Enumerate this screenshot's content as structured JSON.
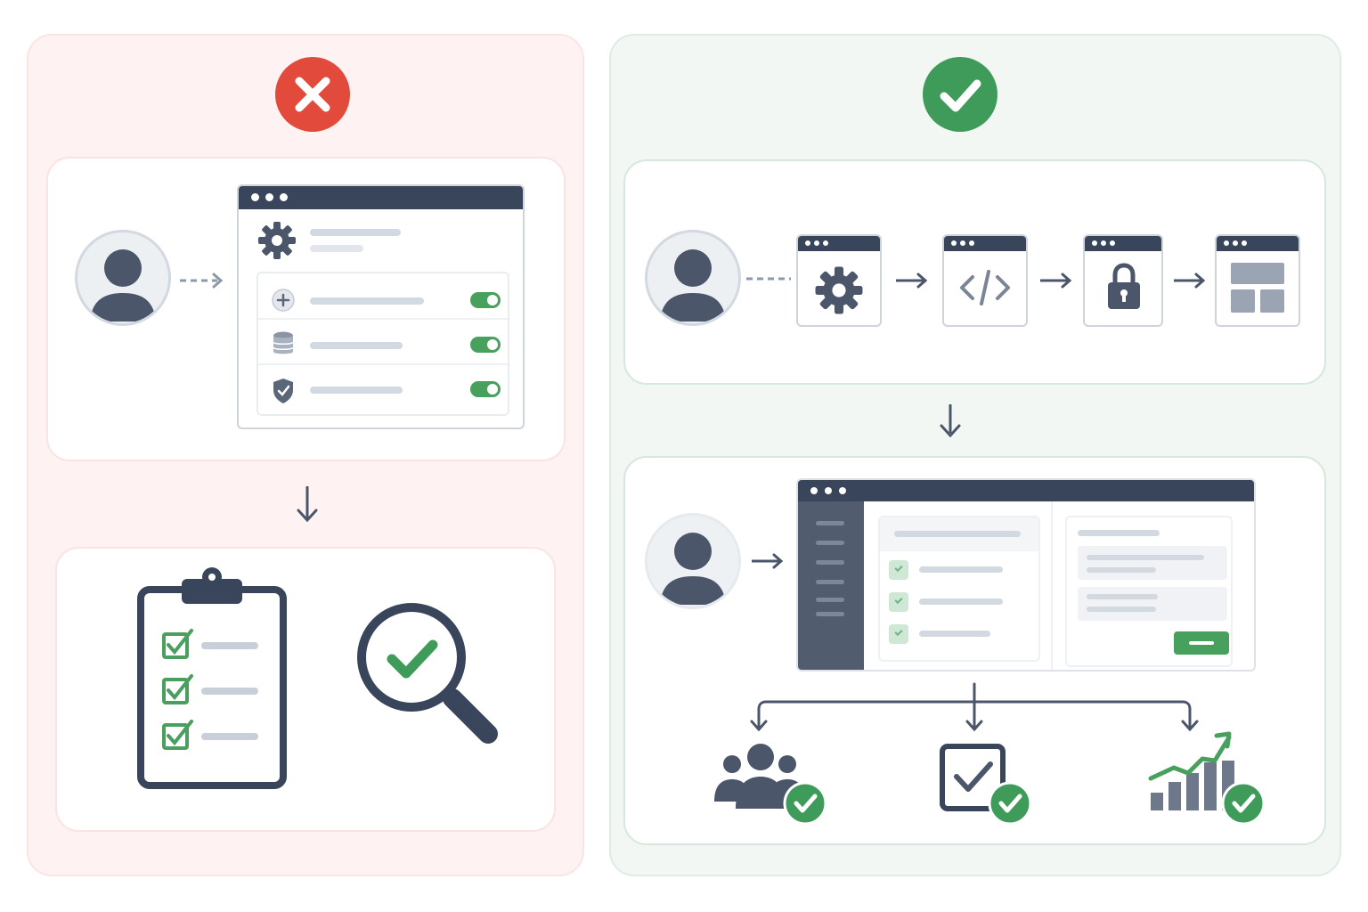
{
  "left_panel": {
    "verdict": "incorrect",
    "badge_color": "#e24b3b",
    "top_icons": [
      "user-avatar",
      "dashed-arrow",
      "settings-window"
    ],
    "settings_rows": [
      {
        "icon": "plus-icon",
        "toggle": "on"
      },
      {
        "icon": "database-icon",
        "toggle": "on"
      },
      {
        "icon": "shield-check-icon",
        "toggle": "on"
      }
    ],
    "bottom_icons": [
      "clipboard-checklist-icon",
      "magnifier-check-icon"
    ]
  },
  "right_panel": {
    "verdict": "correct",
    "badge_color": "#3f9b59",
    "flow_steps": [
      "gear-window-icon",
      "code-window-icon",
      "lock-window-icon",
      "layout-window-icon"
    ],
    "outcomes": [
      "team-check-icon",
      "checkbox-check-icon",
      "growth-chart-check-icon"
    ]
  },
  "colors": {
    "ink": "#39455a",
    "accent_green": "#47a15c",
    "bad_bg": "#fef3f2",
    "good_bg": "#f2f7f3"
  }
}
